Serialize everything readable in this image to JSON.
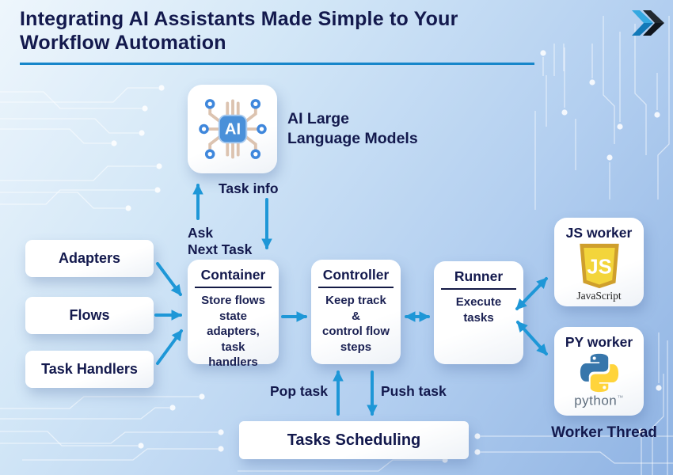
{
  "header": {
    "title": "Integrating AI Assistants Made Simple to Your\nWorkflow Automation"
  },
  "llm": {
    "chip_text": "AI",
    "label": "AI Large\nLanguage Models"
  },
  "inputs": {
    "items": [
      {
        "label": "Adapters"
      },
      {
        "label": "Flows"
      },
      {
        "label": "Task Handlers"
      }
    ]
  },
  "stages": {
    "container": {
      "title": "Container",
      "body": "Store flows\nstate\nadapters,\ntask\nhandlers"
    },
    "controller": {
      "title": "Controller",
      "body": "Keep track\n&\ncontrol flow\nsteps"
    },
    "runner": {
      "title": "Runner",
      "body": "Execute\ntasks"
    }
  },
  "edge_labels": {
    "task_info": "Task info",
    "ask_next_task": "Ask\nNext Task",
    "pop_task": "Pop task",
    "push_task": "Push task"
  },
  "workers": {
    "js": {
      "title": "JS worker",
      "logo_text": "JS",
      "caption": "JavaScript"
    },
    "py": {
      "title": "PY worker",
      "caption": "python",
      "trademark": "™"
    },
    "footer": "Worker Thread"
  },
  "scheduler": {
    "label": "Tasks Scheduling"
  },
  "colors": {
    "accent_blue": "#1e97d7",
    "navy_text": "#13194d",
    "title_underline": "#1786ca",
    "background_top": "#eef6fc",
    "background_bottom": "#8fb3e3",
    "js_yellow": "#f3d53b",
    "js_gold": "#cf9f2c",
    "python_blue": "#3776ab",
    "python_yellow": "#ffd43b",
    "chip_blue": "#4a90d9",
    "trace_tan": "#dcc3b0"
  }
}
